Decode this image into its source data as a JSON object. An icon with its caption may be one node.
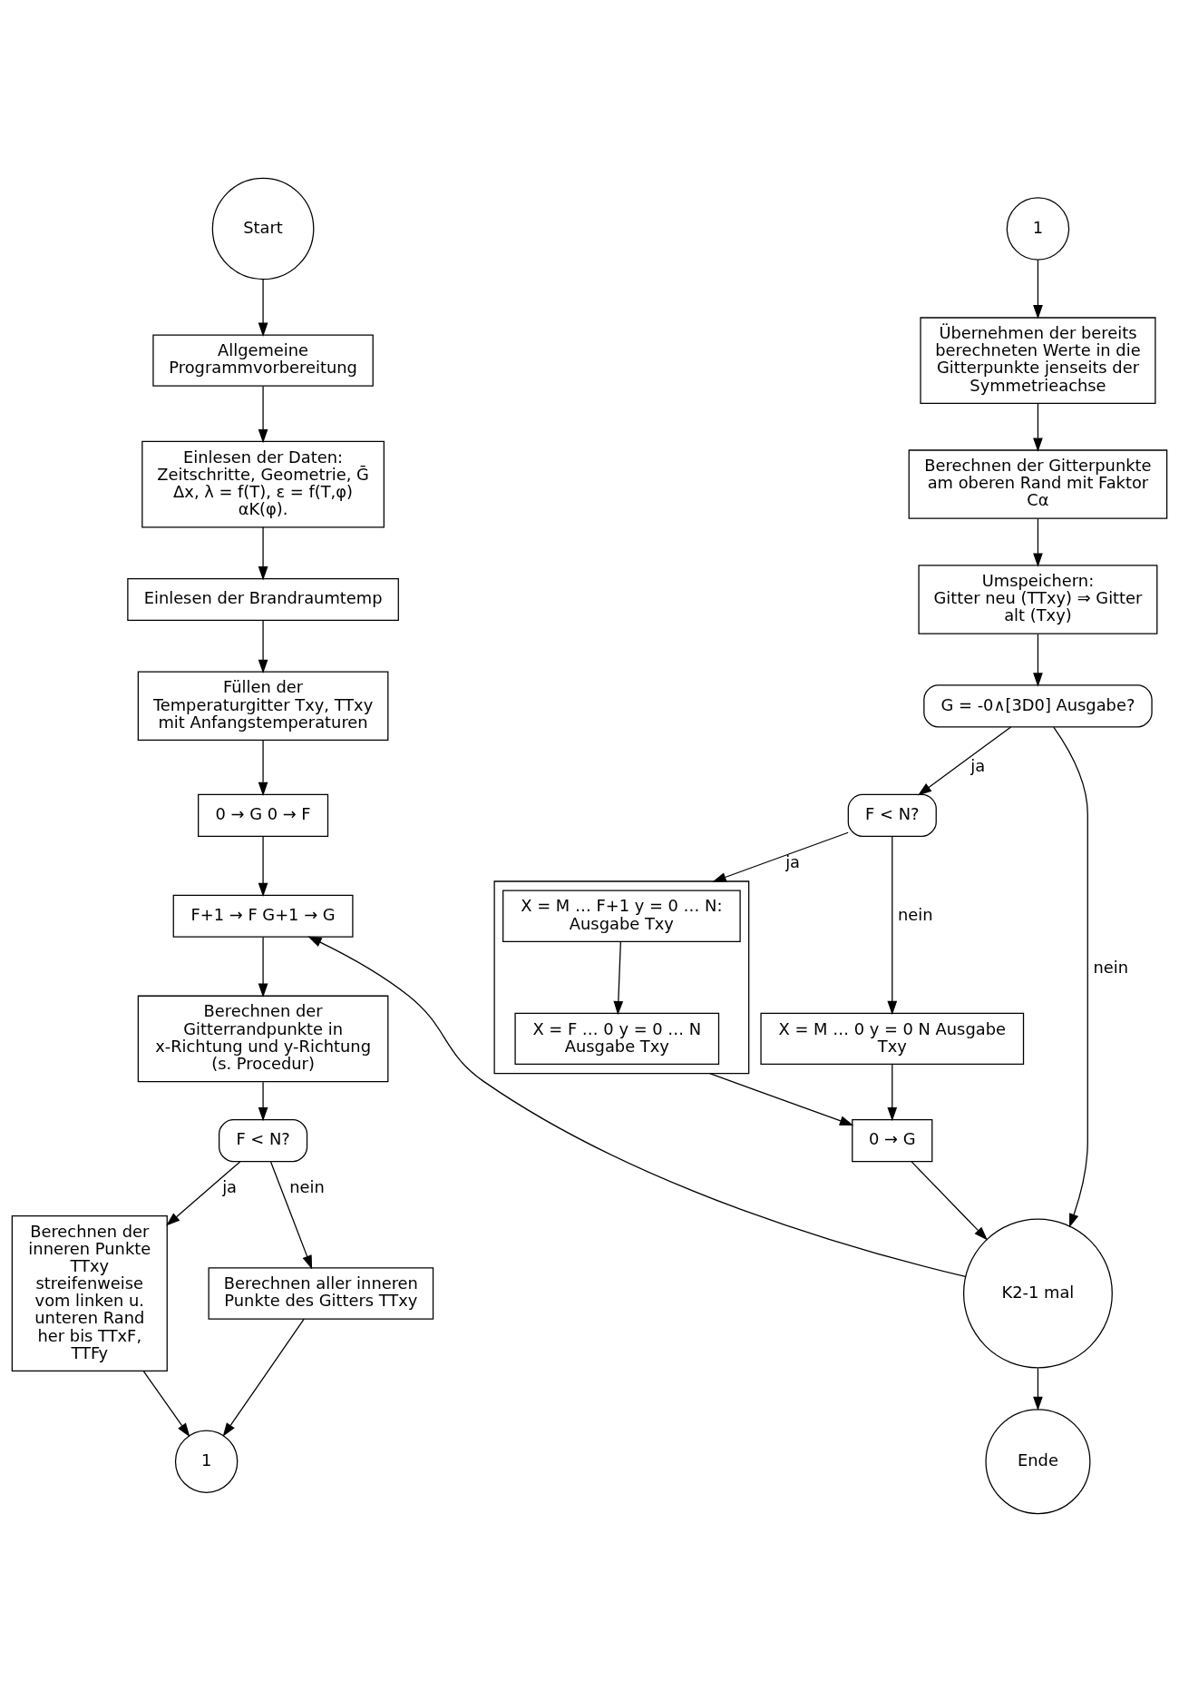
{
  "diagram": {
    "nodes": [
      {
        "text": [
          "Start"
        ]
      },
      {
        "text": [
          "Allgemeine Programmvorbereitung"
        ]
      },
      {
        "text": [
          "Einlesen der Daten:",
          "Zeitschritte, Geometrie, Ḡ Δx, λ = f(T), ε = f(T,φ) αK(φ)."
        ]
      },
      {
        "text": [
          "Einlesen der Brandraumtemp"
        ]
      },
      {
        "text": [
          "Füllen der Temperaturgitter Txy, TTxy mit Anfangstemperaturen"
        ]
      },
      {
        "text": [
          "0 → G 0 → F"
        ]
      },
      {
        "text": [
          "F+1 → F G+1 → G"
        ]
      },
      {
        "text": [
          "Berechnen der Gitterrandpunkte in x-Richtung und y-Richtung (s. Procedur)"
        ]
      },
      {
        "text": [
          "F < N?"
        ]
      },
      {
        "text": [
          "Berechnen der inneren Punkte TTxy streifenweise vom linken u. unteren Rand her bis TTxF, TTFy"
        ]
      },
      {
        "text": [
          "Berechnen aller inneren Punkte des Gitters TTxy"
        ]
      },
      {
        "text": [
          "1"
        ]
      },
      {
        "text": [
          "1"
        ]
      },
      {
        "text": [
          "Übernehmen der bereits berechneten Werte in die Gitterpunkte jenseits der Symmetrieachse"
        ]
      },
      {
        "text": [
          "Berechnen der Gitterpunkte am oberen Rand mit Faktor Cα"
        ]
      },
      {
        "text": [
          "Umspeichern:",
          "Gitter neu (TTxy) ⇒ Gitter alt (Txy)"
        ]
      },
      {
        "text": [
          "G = -0∧[3D0] Ausgabe?"
        ]
      },
      {
        "text": [
          "F < N?"
        ]
      },
      {
        "text": [
          "X = M … 0 y = 0 N Ausgabe Txy"
        ]
      },
      {
        "text": [],
        "shape": "box"
      },
      {
        "text": [
          "X = M … F+1 y = 0 … N: Ausgabe Txy"
        ],
        "in": 19
      },
      {
        "text": [
          "X = F … 0 y = 0 … N Ausgabe Txy"
        ],
        "in": 19
      },
      {
        "text": [
          "0 → G"
        ]
      },
      {
        "text": [
          "K2-1 mal"
        ]
      },
      {
        "text": [
          "Ende"
        ]
      }
    ],
    "edges": [
      {
        "from": 0,
        "to": 1,
        "arrow": "to"
      },
      {
        "from": 1,
        "to": 2,
        "arrow": "to"
      },
      {
        "from": 2,
        "to": 3,
        "arrow": "to"
      },
      {
        "from": 3,
        "to": 4,
        "arrow": "to"
      },
      {
        "from": 4,
        "to": 5,
        "arrow": "to"
      },
      {
        "from": 5,
        "to": 6,
        "arrow": "to"
      },
      {
        "from": 6,
        "to": 7,
        "arrow": "to"
      },
      {
        "from": 7,
        "to": 8,
        "arrow": "to"
      },
      {
        "from": 8,
        "to": 9,
        "arrow": "to",
        "label": "ja"
      },
      {
        "from": 8,
        "to": 10,
        "arrow": "to",
        "label": "nein"
      },
      {
        "from": 9,
        "to": 11,
        "arrow": "to"
      },
      {
        "from": 10,
        "to": 11,
        "arrow": "to"
      },
      {
        "from": 12,
        "to": 13,
        "arrow": "to"
      },
      {
        "from": 13,
        "to": 14,
        "arrow": "to"
      },
      {
        "from": 14,
        "to": 15,
        "arrow": "to"
      },
      {
        "from": 15,
        "to": 16,
        "arrow": "to"
      },
      {
        "from": 16,
        "to": 17,
        "arrow": "to",
        "label": "ja"
      },
      {
        "from": 16,
        "to": 23,
        "arrow": "to",
        "label": "nein"
      },
      {
        "from": 17,
        "to": 19,
        "arrow": "to",
        "label": "ja"
      },
      {
        "from": 17,
        "to": 18,
        "arrow": "to",
        "label": "nein"
      },
      {
        "from": 20,
        "to": 21,
        "arrow": "to"
      },
      {
        "from": 19,
        "to": 22,
        "arrow": "to"
      },
      {
        "from": 18,
        "to": 22,
        "arrow": "to"
      },
      {
        "from": 22,
        "to": 23,
        "arrow": "to"
      },
      {
        "from": 23,
        "to": 24,
        "arrow": "to"
      },
      {
        "from": 23,
        "to": 6,
        "arrow": "to"
      }
    ]
  }
}
